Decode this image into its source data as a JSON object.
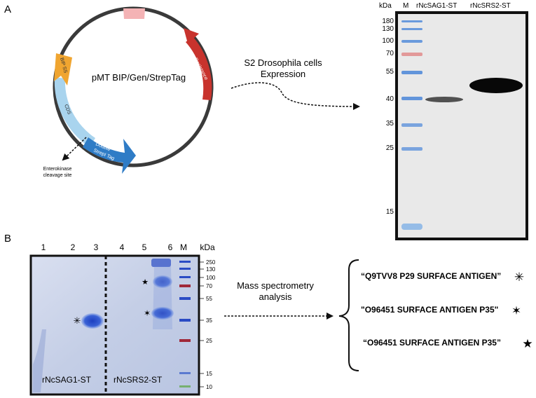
{
  "panel_a": {
    "label": "A",
    "plasmid": {
      "name": "pMT BIP/Gen/StrepTag",
      "segments": [
        "BIP SS",
        "CDS",
        "Double StrepI Tag",
        "Resistance"
      ],
      "cleavage_label_line1": "Enterokinase",
      "cleavage_label_line2": "cleavage site"
    },
    "expression_line1": "S2 Drosophila cells",
    "expression_line2": "Expression",
    "western": {
      "unit": "kDa",
      "lane_m": "M",
      "lane_1": "rNcSAG1-ST",
      "lane_2": "rNcSRS2-ST",
      "markers": [
        "180",
        "130",
        "100",
        "70",
        "55",
        "40",
        "35",
        "25",
        "15"
      ]
    }
  },
  "panel_b": {
    "label": "B",
    "lanes": [
      "1",
      "2",
      "3",
      "4",
      "5",
      "6",
      "M"
    ],
    "unit": "kDa",
    "markers": [
      "250",
      "130",
      "100",
      "70",
      "55",
      "35",
      "25",
      "15",
      "10"
    ],
    "gel_label_left": "rNcSAG1-ST",
    "gel_label_right": "rNcSRS2-ST",
    "ms_line1": "Mass spectrometry",
    "ms_line2": "analysis",
    "hits": [
      {
        "text": "“Q9TVV8 P29 SURFACE ANTIGEN”",
        "symbol": "✳"
      },
      {
        "text": "\"O96451 SURFACE ANTIGEN P35\"",
        "symbol": "✶"
      },
      {
        "text": "“O96451 SURFACE ANTIGEN P35”",
        "symbol": "★"
      }
    ]
  },
  "colors": {
    "backbone": "#3a3a3a",
    "resistance": "#c8332d",
    "bip": "#f0a530",
    "cds": "#a9d4ee",
    "streptag": "#2f7cc6",
    "ori": "#f4b3b5",
    "gel_bg": "#c9d3e8",
    "blot_bg": "#e9e9e9"
  }
}
